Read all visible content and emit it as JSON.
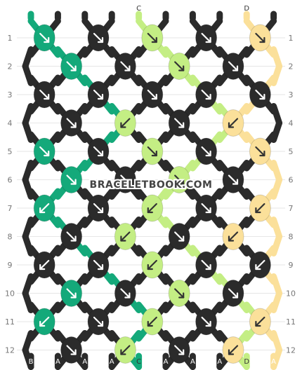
{
  "watermark": "BRACELETBOOK.COM",
  "colors": {
    "A": "#2b2b2b",
    "B": "#14a97a",
    "C": "#c4ee84",
    "D": "#fbe09a"
  },
  "strings_top": [
    "B",
    "A",
    "A",
    "A",
    "C",
    "A",
    "A",
    "A",
    "D",
    "A"
  ],
  "strings_bottom": [
    "B",
    "A",
    "A",
    "A",
    "C",
    "A",
    "A",
    "A",
    "D",
    "A"
  ],
  "row_numbers": [
    "1",
    "2",
    "3",
    "4",
    "5",
    "6",
    "7",
    "8",
    "9",
    "10",
    "11",
    "12"
  ],
  "knots": [
    [
      {
        "color": "B",
        "dir": "down-right"
      },
      {
        "color": "A",
        "dir": "down-right"
      },
      {
        "color": "C",
        "dir": "down-right"
      },
      {
        "color": "A",
        "dir": "down-right"
      },
      {
        "color": "D",
        "dir": "down-right"
      }
    ],
    [
      {
        "color": "B",
        "dir": "down-right"
      },
      {
        "color": "A",
        "dir": "down-right"
      },
      {
        "color": "C",
        "dir": "down-right"
      },
      {
        "color": "A",
        "dir": "down-right"
      }
    ],
    [
      {
        "color": "A",
        "dir": "down-right"
      },
      {
        "color": "A",
        "dir": "down-right"
      },
      {
        "color": "A",
        "dir": "down-right"
      },
      {
        "color": "A",
        "dir": "down-right"
      },
      {
        "color": "A",
        "dir": "down-right"
      }
    ],
    [
      {
        "color": "A",
        "dir": "down-right"
      },
      {
        "color": "C",
        "dir": "down-left"
      },
      {
        "color": "A",
        "dir": "down-right"
      },
      {
        "color": "D",
        "dir": "down-left"
      }
    ],
    [
      {
        "color": "B",
        "dir": "down-right"
      },
      {
        "color": "A",
        "dir": "down-right"
      },
      {
        "color": "C",
        "dir": "down-right"
      },
      {
        "color": "A",
        "dir": "down-right"
      },
      {
        "color": "D",
        "dir": "down-right"
      }
    ],
    [
      {
        "color": "B",
        "dir": "down-right"
      },
      {
        "color": "A",
        "dir": "down-right"
      },
      {
        "color": "C",
        "dir": "down-right"
      },
      {
        "color": "A",
        "dir": "down-right"
      }
    ],
    [
      {
        "color": "B",
        "dir": "down-left"
      },
      {
        "color": "A",
        "dir": "down-right"
      },
      {
        "color": "C",
        "dir": "down-left"
      },
      {
        "color": "A",
        "dir": "down-right"
      },
      {
        "color": "D",
        "dir": "down-left"
      }
    ],
    [
      {
        "color": "A",
        "dir": "down-right"
      },
      {
        "color": "C",
        "dir": "down-left"
      },
      {
        "color": "A",
        "dir": "down-right"
      },
      {
        "color": "D",
        "dir": "down-left"
      }
    ],
    [
      {
        "color": "A",
        "dir": "down-left"
      },
      {
        "color": "A",
        "dir": "down-right"
      },
      {
        "color": "C",
        "dir": "down-left"
      },
      {
        "color": "A",
        "dir": "down-right"
      },
      {
        "color": "A",
        "dir": "down-left"
      }
    ],
    [
      {
        "color": "B",
        "dir": "down-right"
      },
      {
        "color": "A",
        "dir": "down-right"
      },
      {
        "color": "C",
        "dir": "down-right"
      },
      {
        "color": "A",
        "dir": "down-right"
      }
    ],
    [
      {
        "color": "B",
        "dir": "down-left"
      },
      {
        "color": "A",
        "dir": "down-right"
      },
      {
        "color": "C",
        "dir": "down-left"
      },
      {
        "color": "A",
        "dir": "down-right"
      },
      {
        "color": "D",
        "dir": "down-left"
      }
    ],
    [
      {
        "color": "A",
        "dir": "down-right"
      },
      {
        "color": "C",
        "dir": "down-left"
      },
      {
        "color": "A",
        "dir": "down-right"
      },
      {
        "color": "D",
        "dir": "down-left"
      }
    ]
  ]
}
